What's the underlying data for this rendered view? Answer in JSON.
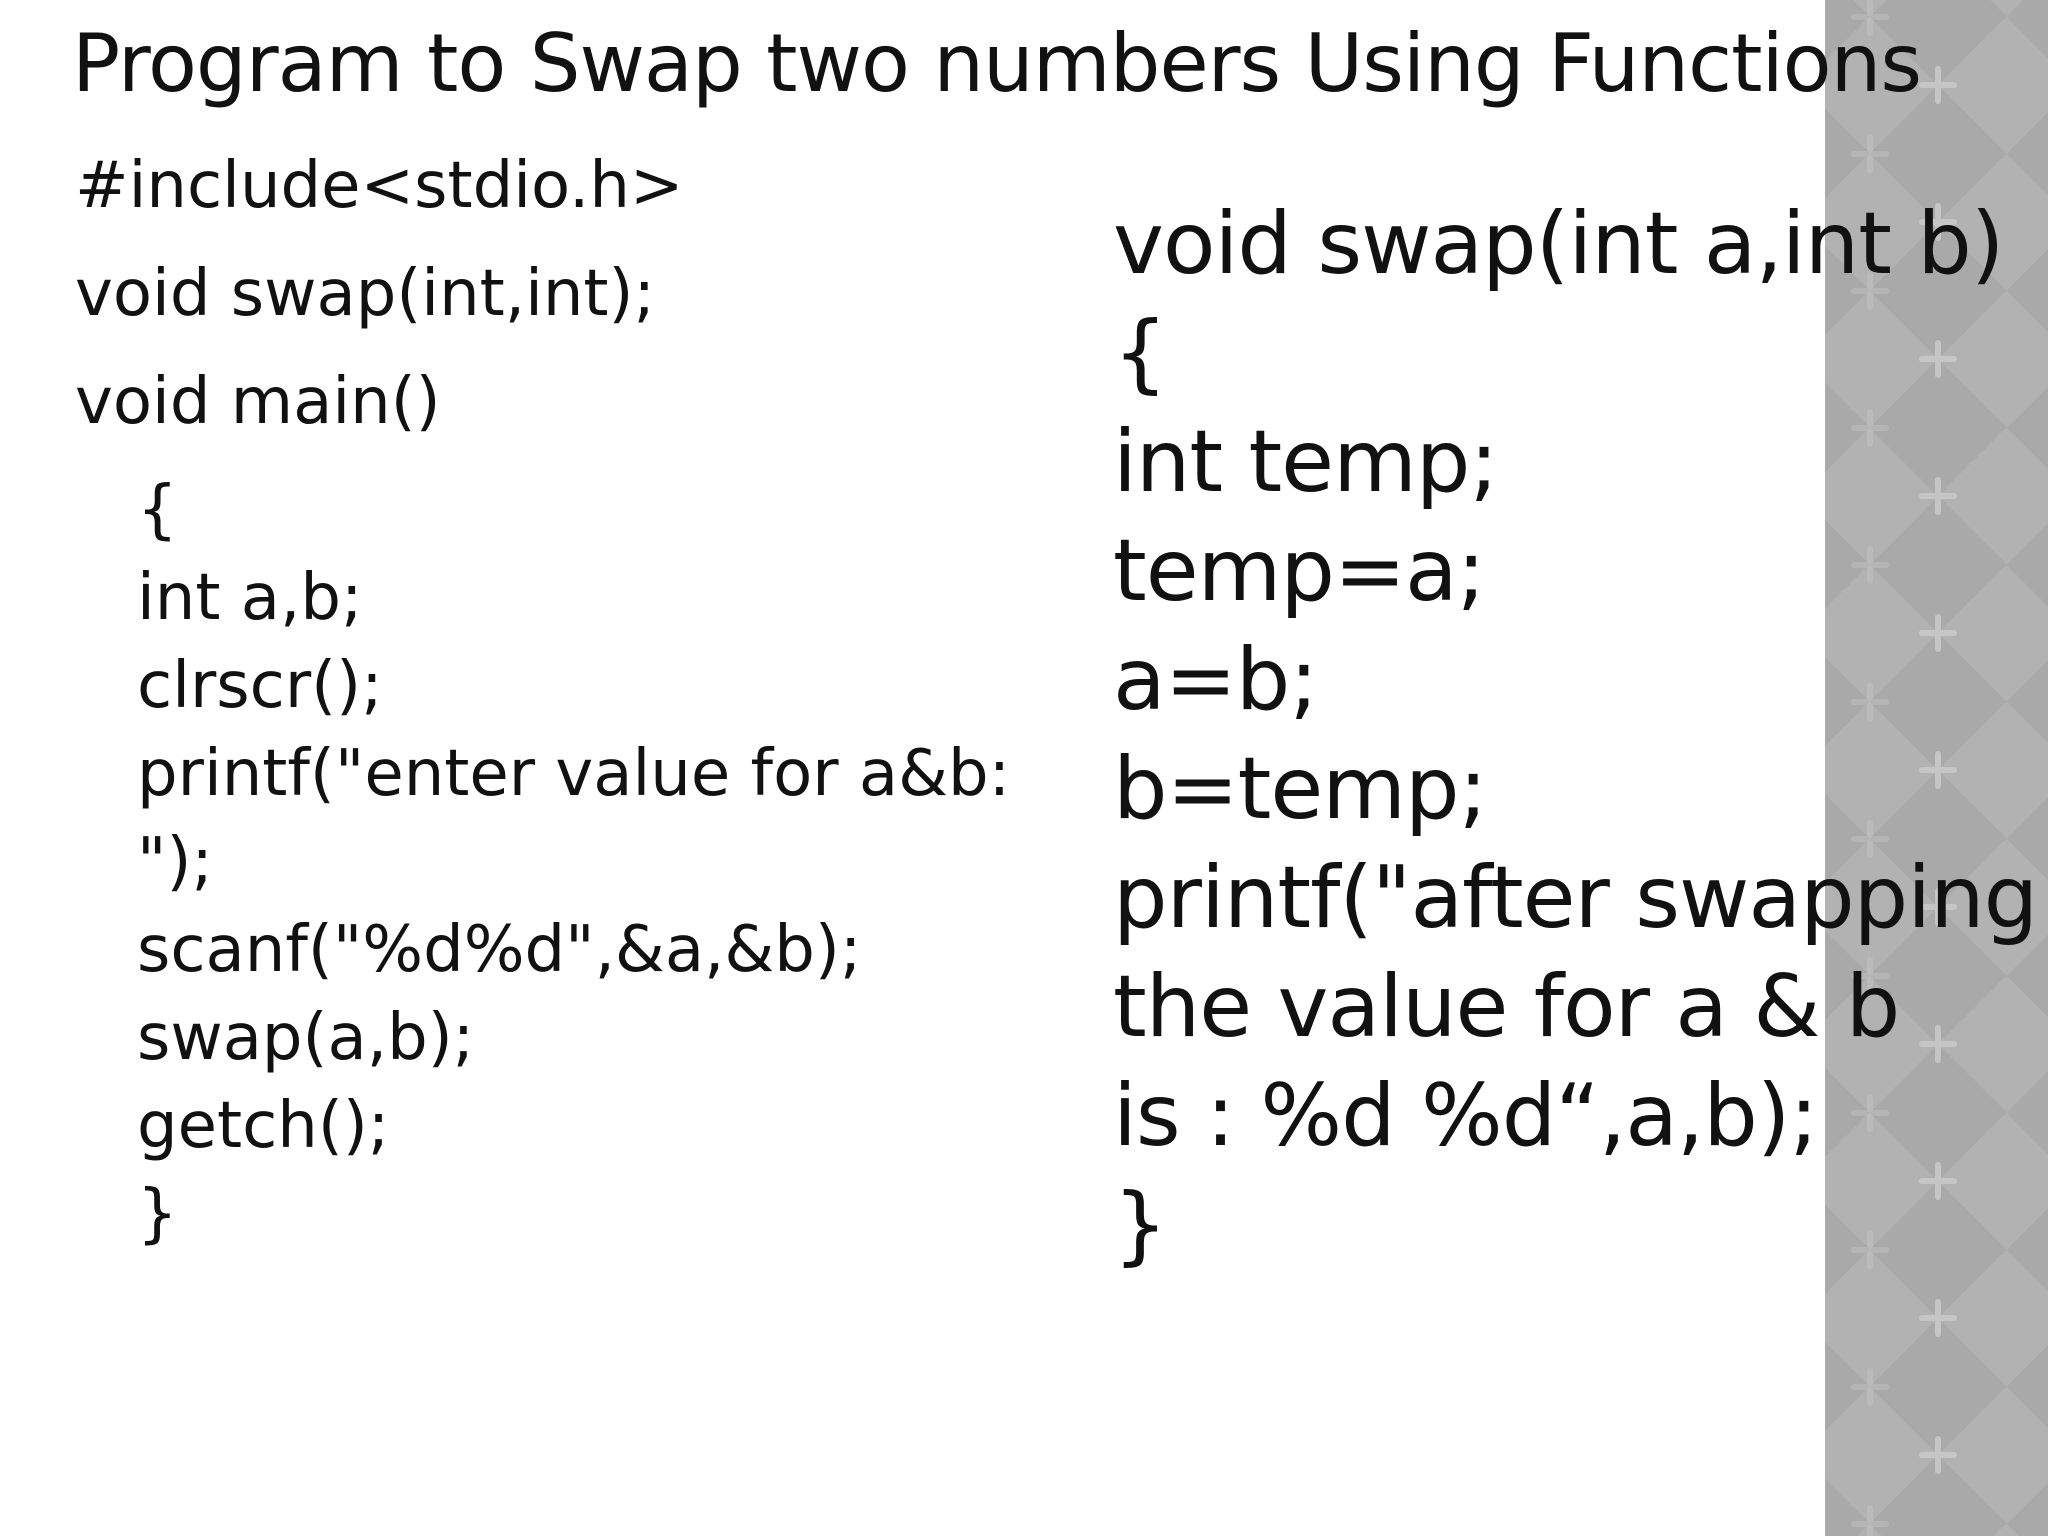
{
  "slide": {
    "title": "Program to Swap two numbers Using Functions",
    "left_code": {
      "header_lines": [
        "#include<stdio.h>",
        "void swap(int,int);",
        "void main()"
      ],
      "body_lines": [
        "{",
        "int a,b;",
        "clrscr();",
        "printf(\"enter value for a&b:",
        "\");",
        "scanf(\"%d%d\",&a,&b);",
        "swap(a,b);",
        "getch();",
        "}"
      ]
    },
    "right_code": {
      "lines": [
        "void swap(int a,int b)",
        "{",
        "int temp;",
        "temp=a;",
        "a=b;",
        "b=temp;",
        "printf(\"after swapping",
        "the value for a & b",
        "is : %d %d“,a,b);",
        "}"
      ]
    },
    "colors": {
      "background": "#ffffff",
      "text": "#111111",
      "sidebar_diamond_light": "#b2b2b2",
      "sidebar_diamond_dark": "#a9a9a9",
      "sidebar_sparkle": "#c9c9c9"
    }
  }
}
